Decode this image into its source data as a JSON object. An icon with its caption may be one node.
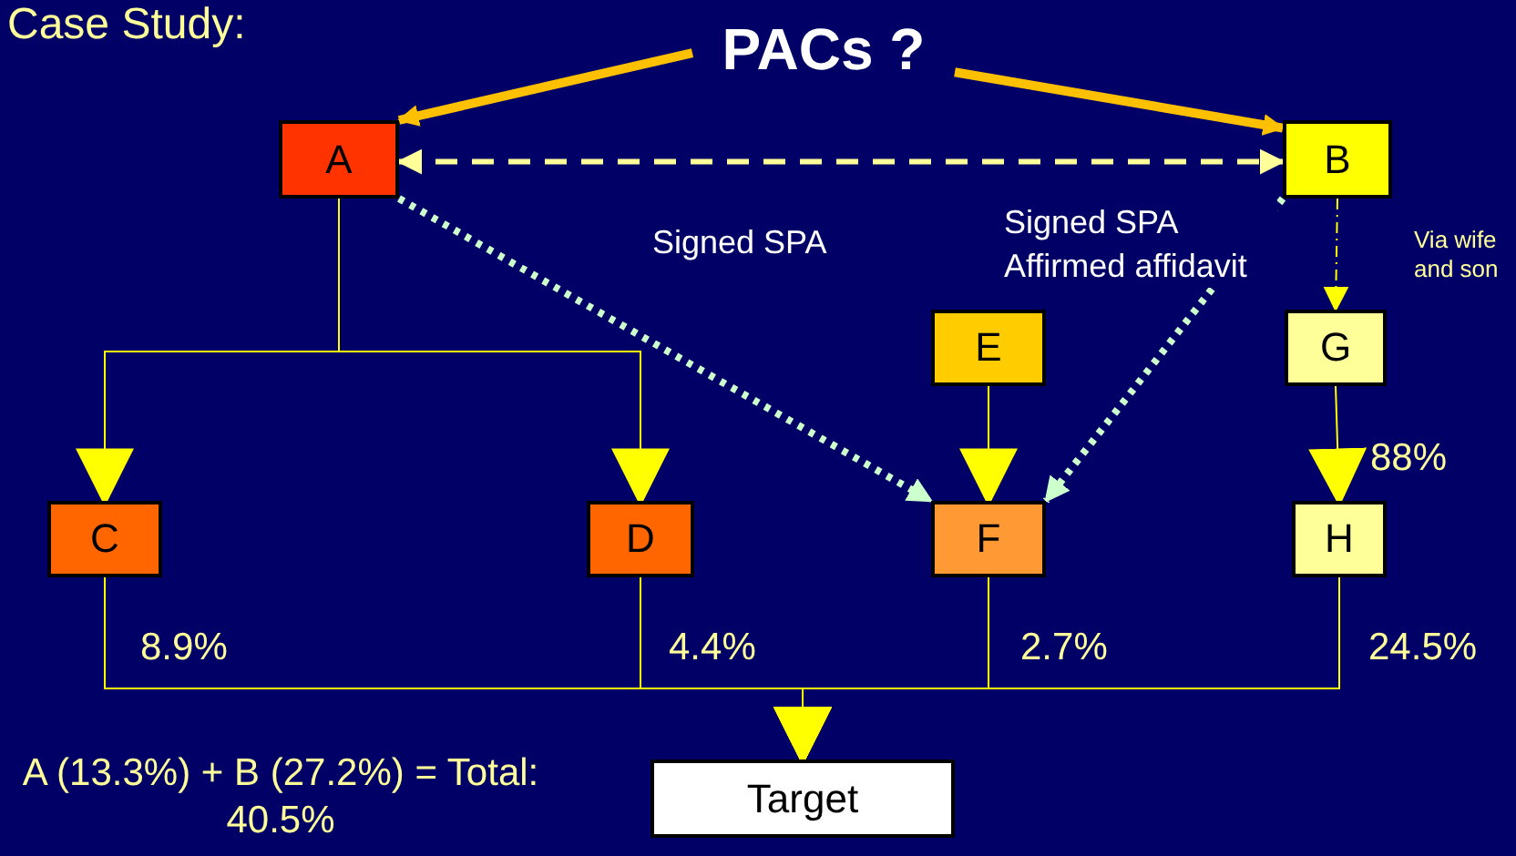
{
  "diagram": {
    "title": "Case Study:",
    "nodes": [
      {
        "text": [
          "PACs ?"
        ]
      },
      {
        "text": [
          "A"
        ]
      },
      {
        "text": [
          "B"
        ]
      },
      {
        "text": [
          "E"
        ]
      },
      {
        "text": [
          "G"
        ]
      },
      {
        "text": [
          "C"
        ]
      },
      {
        "text": [
          "D"
        ]
      },
      {
        "text": [
          "F"
        ]
      },
      {
        "text": [
          "H"
        ]
      },
      {
        "text": [
          "Target"
        ]
      }
    ],
    "edges": [
      {
        "from": 0,
        "to": 1,
        "arrow": "to",
        "style": "thick",
        "color": "#ffc000"
      },
      {
        "from": 0,
        "to": 2,
        "arrow": "to",
        "style": "thick",
        "color": "#ffc000"
      },
      {
        "from": 1,
        "to": 2,
        "arrow": "both",
        "style": "dashed",
        "color": "#ffff99"
      },
      {
        "from": 1,
        "to": 7,
        "arrow": "to",
        "style": "dashed",
        "color": "#ccffcc",
        "label": "Signed SPA"
      },
      {
        "from": 2,
        "to": 7,
        "arrow": "to",
        "style": "dashed",
        "color": "#ccffcc",
        "label": "Signed SPA Affirmed affidavit"
      },
      {
        "from": 2,
        "to": 4,
        "arrow": "to",
        "style": "dashed",
        "label": "Via wife and son"
      },
      {
        "from": 1,
        "to": 5,
        "arrow": "to"
      },
      {
        "from": 1,
        "to": 6,
        "arrow": "to"
      },
      {
        "from": 3,
        "to": 7,
        "arrow": "to"
      },
      {
        "from": 4,
        "to": 8,
        "arrow": "to",
        "label": "88%"
      },
      {
        "from": 5,
        "to": 9,
        "arrow": "to",
        "label": "8.9%"
      },
      {
        "from": 6,
        "to": 9,
        "arrow": "to",
        "label": "4.4%"
      },
      {
        "from": 7,
        "to": 9,
        "arrow": "to",
        "label": "2.7%"
      },
      {
        "from": 8,
        "to": 9,
        "arrow": "to",
        "label": "24.5%"
      }
    ],
    "labels": [
      "A (13.3%) + B (27.2%) = Total: 40.5%"
    ]
  }
}
